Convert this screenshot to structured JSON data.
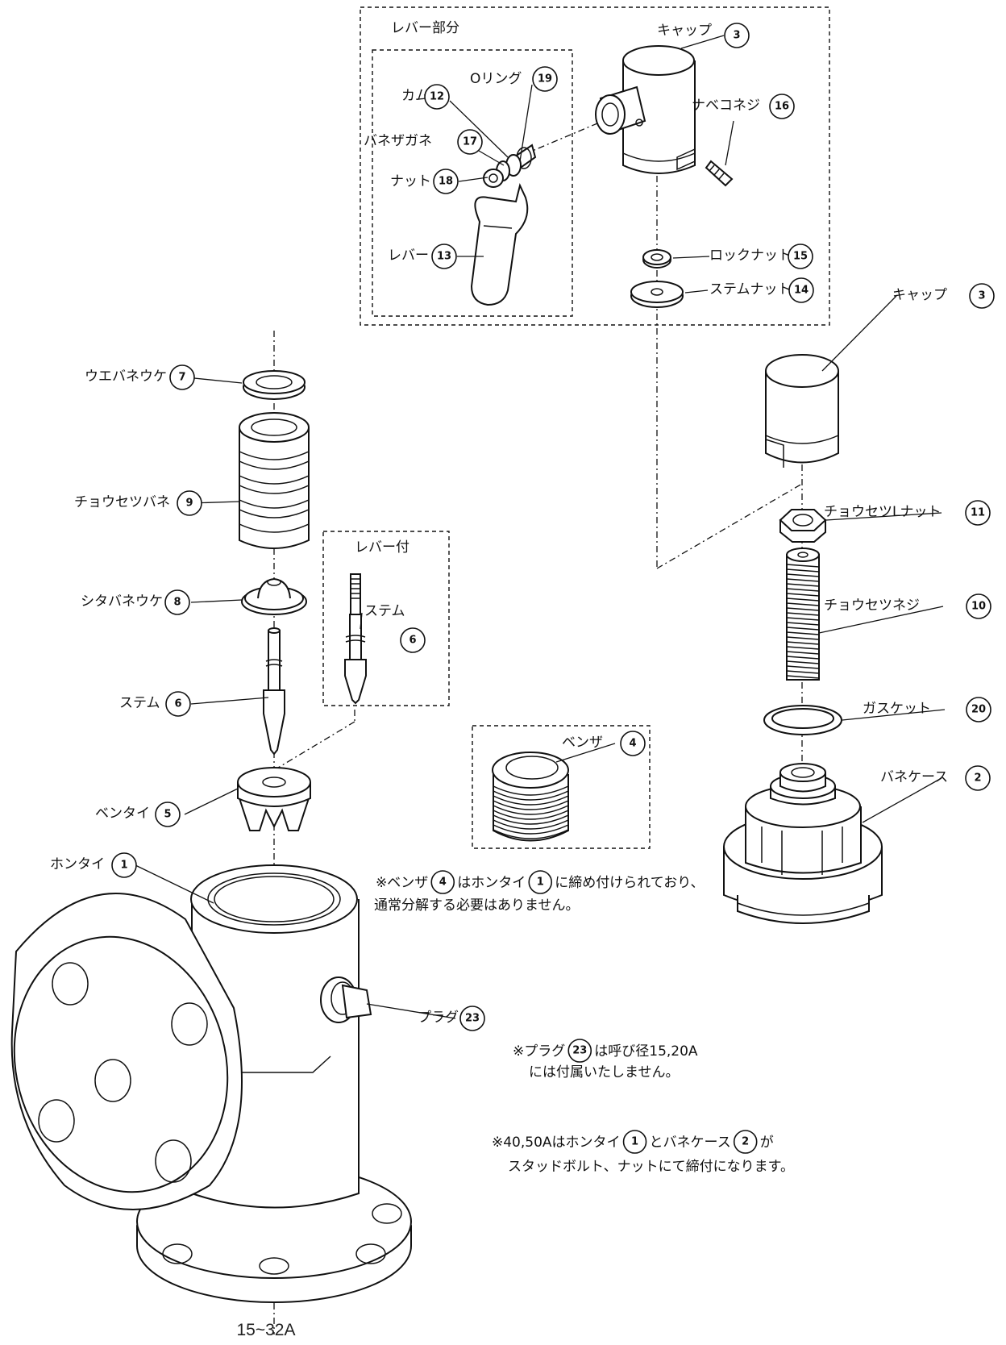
{
  "groups": {
    "lever_section": "レバー部分",
    "lever_stem": "レバー付"
  },
  "parts": [
    {
      "id": "cap-top",
      "name": "キャップ",
      "no": "3"
    },
    {
      "id": "o-ring",
      "name": "Oリング",
      "no": "19"
    },
    {
      "id": "cam",
      "name": "カム",
      "no": "12"
    },
    {
      "id": "pan-screw",
      "name": "ナベコネジ",
      "no": "16"
    },
    {
      "id": "spring-washer",
      "name": "バネザガネ",
      "no": "17"
    },
    {
      "id": "nut",
      "name": "ナット",
      "no": "18"
    },
    {
      "id": "lever",
      "name": "レバー",
      "no": "13"
    },
    {
      "id": "lock-nut",
      "name": "ロックナット",
      "no": "15"
    },
    {
      "id": "stem-nut",
      "name": "ステムナット",
      "no": "14"
    },
    {
      "id": "cap",
      "name": "キャップ",
      "no": "3"
    },
    {
      "id": "upper-spring-seat",
      "name": "ウエバネウケ",
      "no": "7"
    },
    {
      "id": "adjusting-spring",
      "name": "チョウセツバネ",
      "no": "9"
    },
    {
      "id": "lower-spring-seat",
      "name": "シタバネウケ",
      "no": "8"
    },
    {
      "id": "stem-lever",
      "name": "ステム",
      "no": "6"
    },
    {
      "id": "stem",
      "name": "ステム",
      "no": "6"
    },
    {
      "id": "adjusting-lock-nut",
      "name": "チョウセツLナット",
      "no": "11"
    },
    {
      "id": "adjusting-screw",
      "name": "チョウセツネジ",
      "no": "10"
    },
    {
      "id": "gasket",
      "name": "ガスケット",
      "no": "20"
    },
    {
      "id": "valve-seat",
      "name": "ベンザ",
      "no": "4"
    },
    {
      "id": "spring-case",
      "name": "バネケース",
      "no": "2"
    },
    {
      "id": "valve-disc",
      "name": "ベンタイ",
      "no": "5"
    },
    {
      "id": "body",
      "name": "ホンタイ",
      "no": "1"
    },
    {
      "id": "plug",
      "name": "プラグ",
      "no": "23"
    }
  ],
  "notes": [
    {
      "pre": "※ベンザ",
      "c1": "4",
      "mid": "はホンタイ",
      "c2": "1",
      "post": "に締め付けられており、",
      "line2": "通常分解する必要はありません。"
    },
    {
      "pre": "※プラグ",
      "c1": "23",
      "mid": "は呼び径15,20A",
      "c2": "",
      "post": "",
      "line2": "には付属いたしません。"
    },
    {
      "pre": "※40,50Aはホンタイ",
      "c1": "1",
      "mid": "とバネケース",
      "c2": "2",
      "post": "が",
      "line2": "スタッドボルト、ナットにて締付になります。"
    }
  ],
  "caption": "15~32A"
}
